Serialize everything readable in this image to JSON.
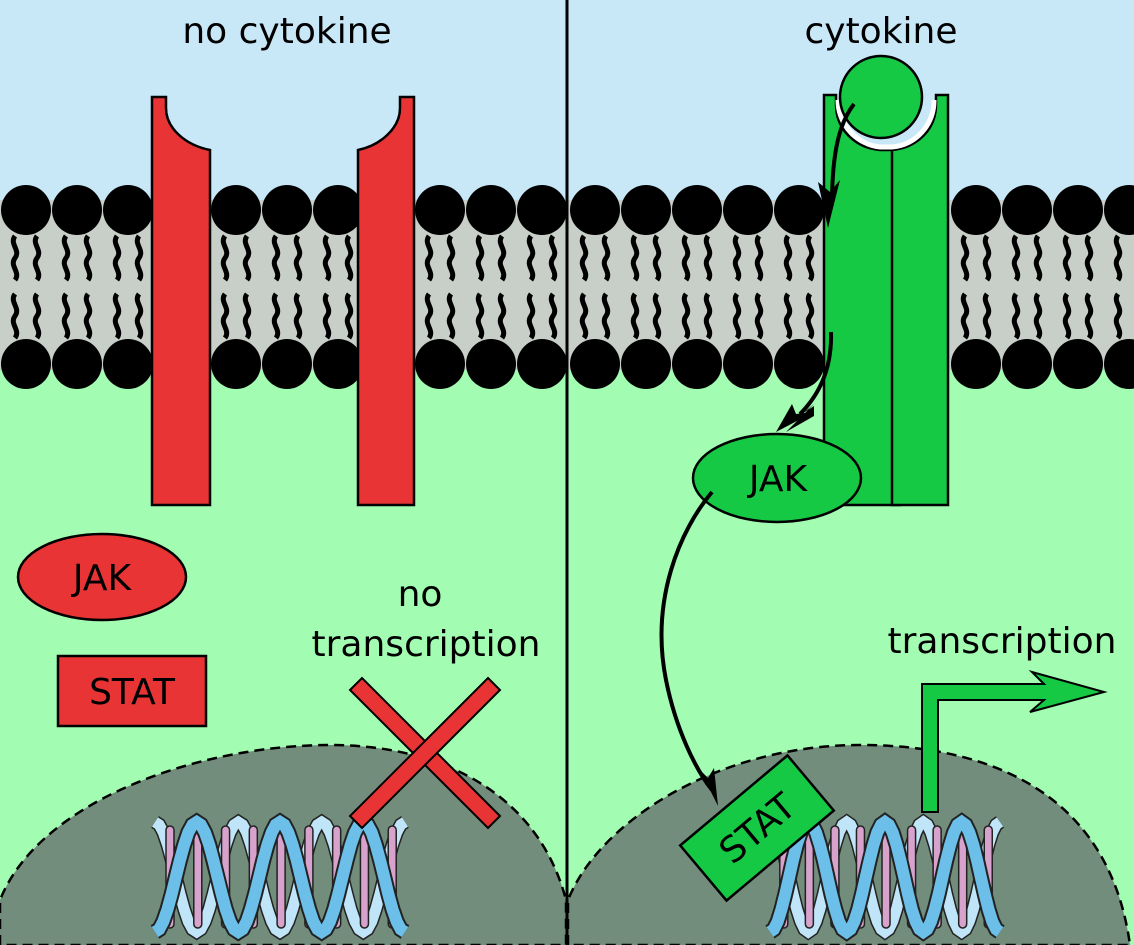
{
  "colors": {
    "extracellular": "#c8e8f8",
    "cytoplasm": "#a2fcb2",
    "membrane_core": "#c7cfc8",
    "nucleus": "#728d7b",
    "inactive": "#e83434",
    "active": "#16c944",
    "dna_strand_front": "#6cbfe8",
    "dna_strand_back": "#c0e4f8",
    "dna_base": "#d7a3cc",
    "outline": "#000000"
  },
  "panels": [
    {
      "id": "left",
      "title": "no cytokine",
      "state": "inactive",
      "jak_label": "JAK",
      "stat_label": "STAT",
      "outcome_label_line1": "no",
      "outcome_label_line2": "transcription",
      "outcome_icon": "x-icon"
    },
    {
      "id": "right",
      "title": "cytokine",
      "state": "active",
      "jak_label": "JAK",
      "stat_label": "STAT",
      "outcome_label": "transcription",
      "outcome_icon": "bent-arrow-icon"
    }
  ]
}
